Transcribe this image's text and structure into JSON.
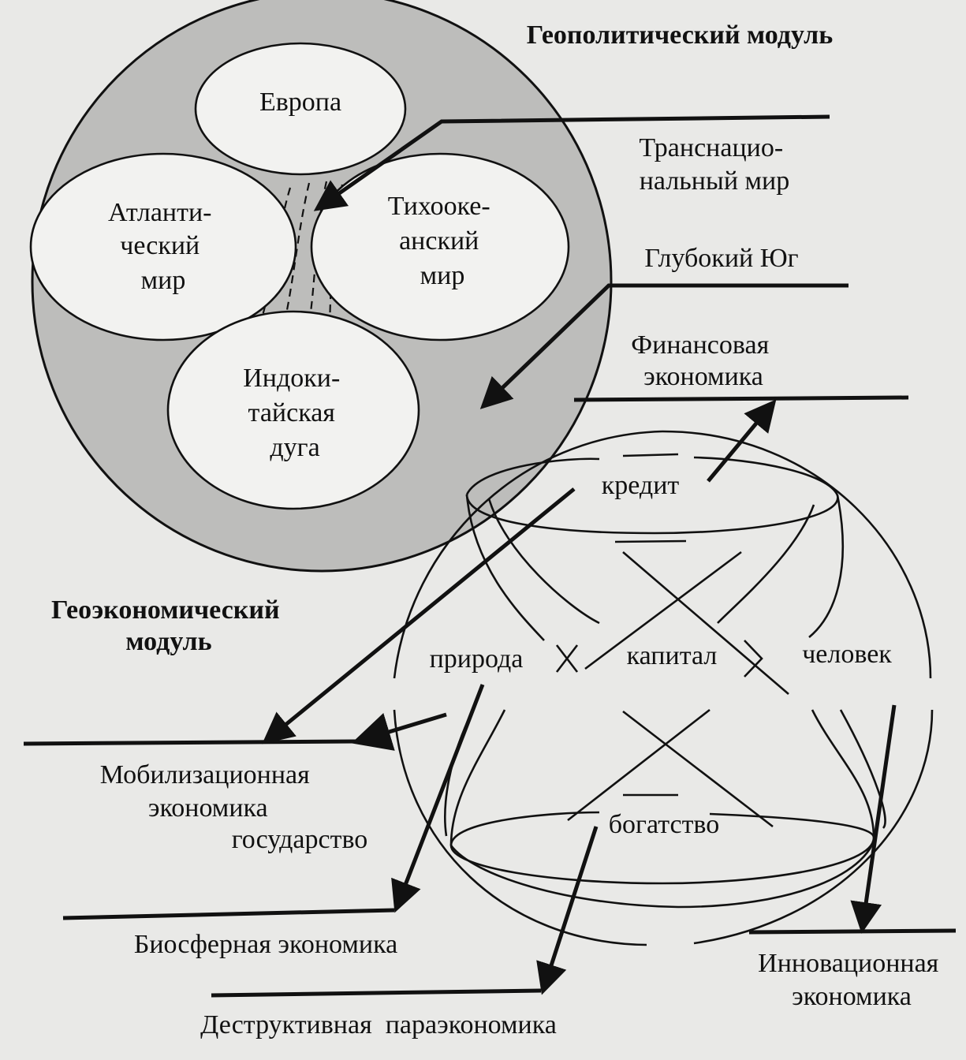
{
  "geopolitical": {
    "title": "Геополитический модуль",
    "regions": {
      "europe": [
        "Европа"
      ],
      "atlantic": [
        "Атланти-",
        "ческий",
        "мир"
      ],
      "pacific": [
        "Тихооке-",
        "анский",
        "мир"
      ],
      "indochina": [
        "Индоки-",
        "тайская",
        "дуга"
      ]
    },
    "labels": {
      "transnational": [
        "Транснацио-",
        "нальный мир"
      ],
      "deep_south": [
        "Глубокий Юг"
      ]
    }
  },
  "geoeconomic": {
    "title": [
      "Геоэкономический",
      "модуль"
    ],
    "nodes": {
      "credit": "кредит",
      "nature": "природа",
      "capital": "капитал",
      "human": "человек",
      "wealth": "богатство"
    },
    "economies": {
      "financial": [
        "Финансовая",
        "экономика"
      ],
      "mobilization": [
        "Мобилизационная",
        "экономика",
        "государство"
      ],
      "biosphere": [
        "Биосферная экономика"
      ],
      "innovation": [
        "Инновационная",
        "экономика"
      ],
      "destructive": [
        "Деструктивная  параэкономика"
      ]
    }
  },
  "colors": {
    "background": "#e9e9e7",
    "ink": "#111111",
    "shade": "#bdbdbb",
    "paper": "#f2f2f0"
  }
}
